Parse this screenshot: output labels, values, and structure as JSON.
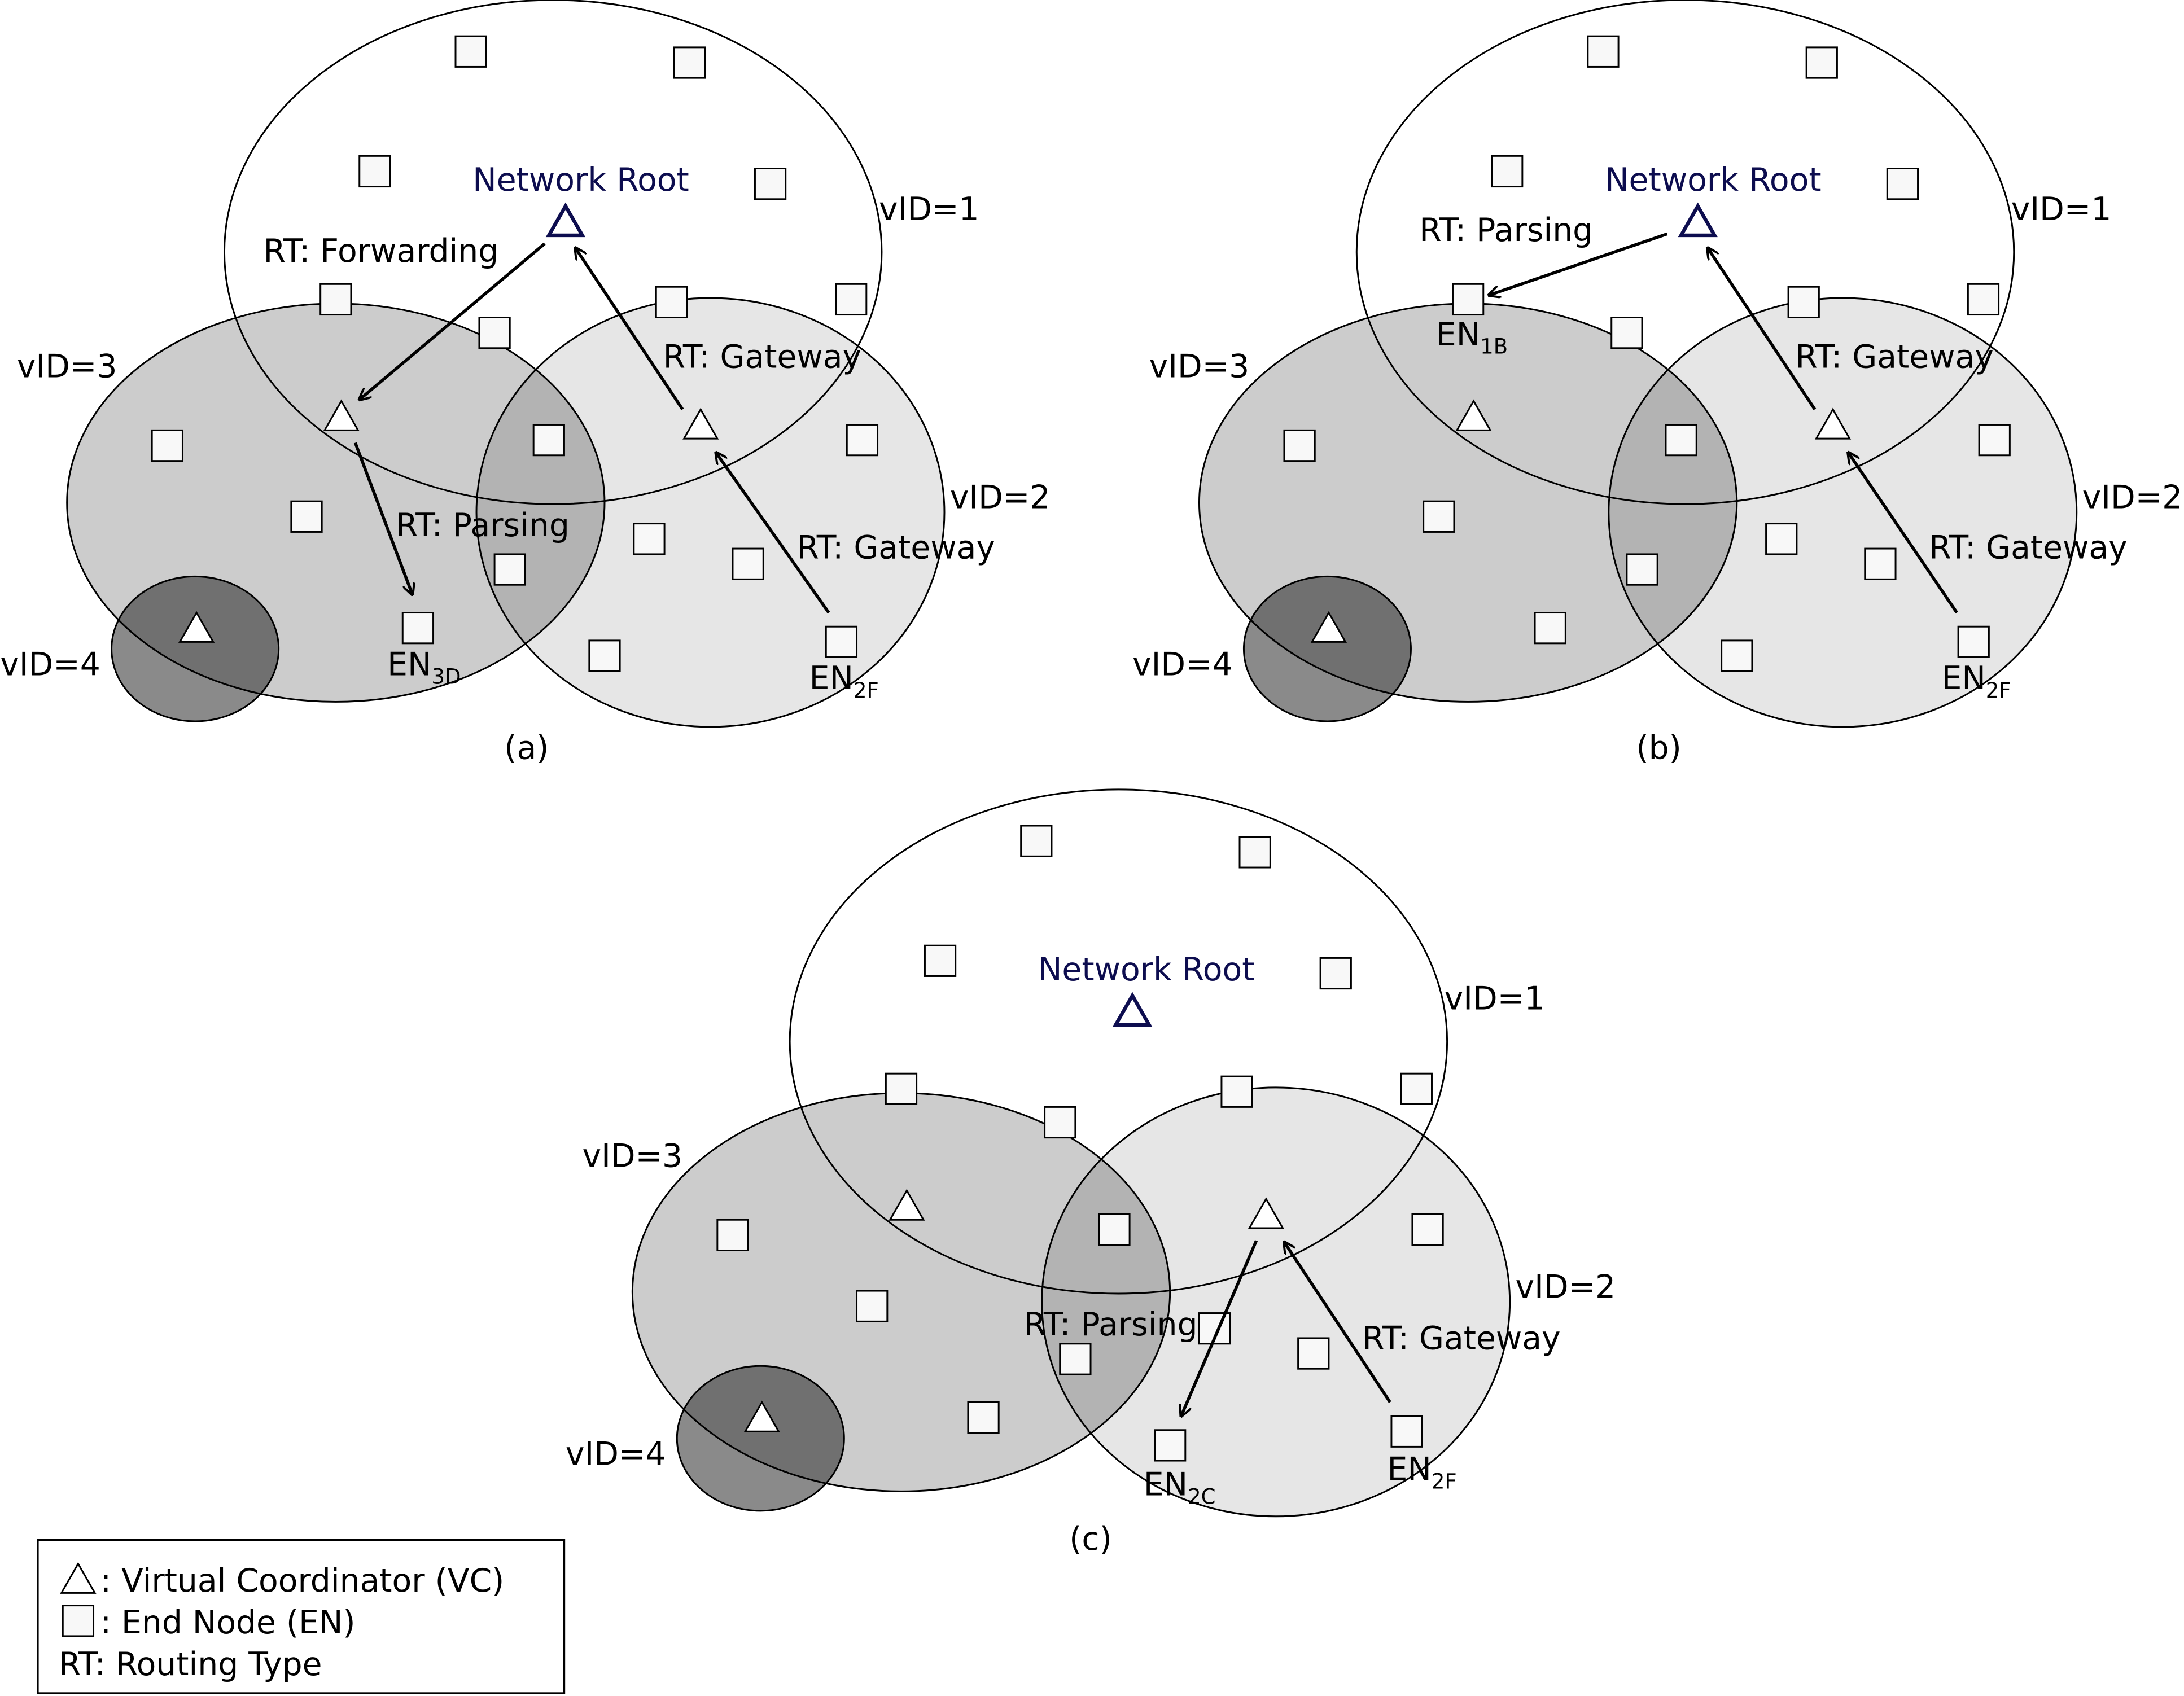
{
  "panels": {
    "a": {
      "caption": "(a)",
      "root_label": "Network Root",
      "region_labels": {
        "v1": "vID=1",
        "v2": "vID=2",
        "v3": "vID=3",
        "v4": "vID=4"
      },
      "rt_labels": {
        "forwarding": "RT: Forwarding",
        "gateway_upper": "RT: Gateway",
        "gateway_lower": "RT: Gateway",
        "parsing": "RT: Parsing"
      },
      "nodes": {
        "n3d": {
          "base": "EN",
          "sub": "3D"
        },
        "n2f": {
          "base": "EN",
          "sub": "2F"
        }
      }
    },
    "b": {
      "caption": "(b)",
      "root_label": "Network Root",
      "region_labels": {
        "v1": "vID=1",
        "v2": "vID=2",
        "v3": "vID=3",
        "v4": "vID=4"
      },
      "rt_labels": {
        "parsing": "RT: Parsing",
        "gateway_upper": "RT: Gateway",
        "gateway_lower": "RT: Gateway"
      },
      "nodes": {
        "n1b": {
          "base": "EN",
          "sub": "1B"
        },
        "n2f": {
          "base": "EN",
          "sub": "2F"
        }
      }
    },
    "c": {
      "caption": "(c)",
      "root_label": "Network Root",
      "region_labels": {
        "v1": "vID=1",
        "v2": "vID=2",
        "v3": "vID=3",
        "v4": "vID=4"
      },
      "rt_labels": {
        "parsing": "RT: Parsing",
        "gateway": "RT: Gateway"
      },
      "nodes": {
        "n2c": {
          "base": "EN",
          "sub": "2C"
        },
        "n2f": {
          "base": "EN",
          "sub": "2F"
        }
      }
    }
  },
  "legend": {
    "vc": ": Virtual Coordinator (VC)",
    "en": ": End Node (EN)",
    "rt": "RT: Routing Type"
  },
  "colors": {
    "root_navy": "#0d0d4f",
    "vid2_fill": "#e6e6e6",
    "vid3_fill": "#cccccc",
    "overlap_fill": "#b3b3b3",
    "vid4_fill": "#8a8a8a",
    "vid4_overlap_fill": "#707070",
    "stroke": "#000000"
  }
}
